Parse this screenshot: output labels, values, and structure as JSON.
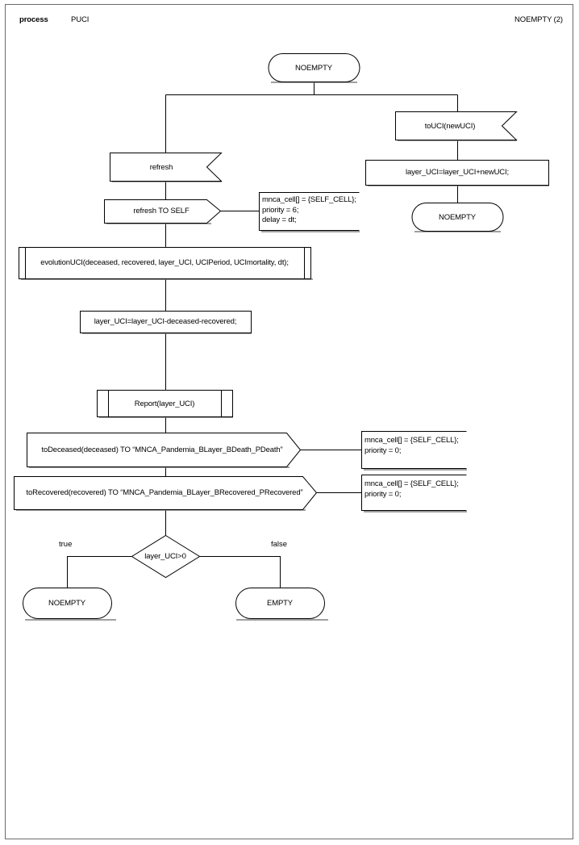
{
  "header": {
    "keyword": "process",
    "process_name": "PUCI",
    "page_ref": "NOEMPTY (2)"
  },
  "diagram": {
    "type": "sdl-process-flowchart",
    "states": [
      {
        "id": "state-top-noempty",
        "label": "NOEMPTY"
      },
      {
        "id": "state-right-noempty",
        "label": "NOEMPTY"
      },
      {
        "id": "state-bottom-noempty",
        "label": "NOEMPTY"
      },
      {
        "id": "state-bottom-empty",
        "label": "EMPTY"
      }
    ],
    "inputs": [
      {
        "id": "input-refresh",
        "label": "refresh"
      },
      {
        "id": "input-touci",
        "label": "toUCI(newUCI)"
      }
    ],
    "outputs": [
      {
        "id": "output-refresh-to-self",
        "label": "refresh TO SELF",
        "comment": "mnca_cell[] = {SELF_CELL};\npriority = 6;\ndelay = dt;"
      },
      {
        "id": "output-todeceased",
        "label": "toDeceased(deceased) TO “MNCA_Pandemia_BLayer_BDeath_PDeath”",
        "comment": "mnca_cell[] = {SELF_CELL};\npriority = 0;"
      },
      {
        "id": "output-torecovered",
        "label": "toRecovered(recovered) TO “MNCA_Pandemia_BLayer_BRecovered_PRecovered”",
        "comment": "mnca_cell[] = {SELF_CELL};\npriority = 0;"
      }
    ],
    "tasks": [
      {
        "id": "task-add-newuci",
        "label": "layer_UCI=layer_UCI+newUCI;"
      },
      {
        "id": "task-subtract-dead",
        "label": "layer_UCI=layer_UCI-deceased-recovered;"
      }
    ],
    "procedures": [
      {
        "id": "proc-evolutionuci",
        "label": "evolutionUCI(deceased, recovered, layer_UCI, UCIPeriod, UCImortality, dt);"
      },
      {
        "id": "proc-report",
        "label": "Report(layer_UCI)"
      }
    ],
    "decisions": [
      {
        "id": "decision-layer-uci",
        "label": "layer_UCI>0",
        "branch_true": "true",
        "branch_false": "false"
      }
    ]
  },
  "colors": {
    "stroke": "#000000",
    "shadow": "#808080",
    "frame": "#6b6b6b",
    "background": "#ffffff"
  }
}
